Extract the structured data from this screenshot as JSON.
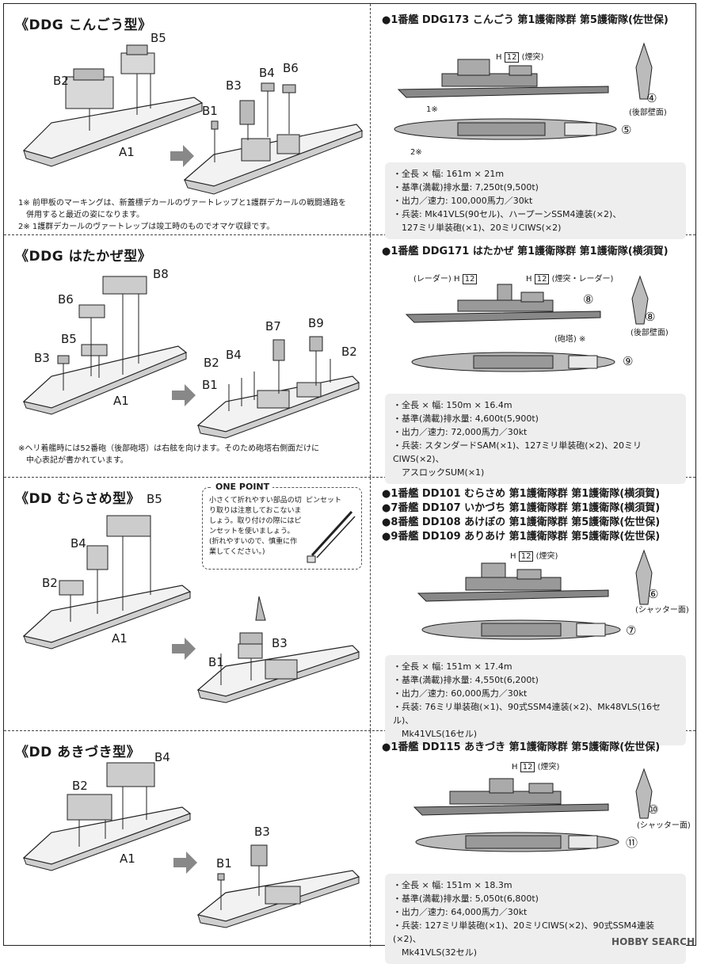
{
  "sections": [
    {
      "title": "《DDG こんごう型》",
      "parts": [
        "A1",
        "B1",
        "B2",
        "B3",
        "B4",
        "B5",
        "B6"
      ],
      "notes": "1※ 前甲板のマーキングは、新蓋標デカールのヴァートレップと1護群デカールの戦闘通路を\n　併用すると最近の姿になります。\n2※ 1護群デカールのヴァートレップは竣工時のものでオマケ収録です。",
      "ships": [
        "●1番艦 DDG173 こんごう 第1護衛隊群 第5護衛隊(佐世保)"
      ],
      "callouts": {
        "h": "H",
        "num": "12",
        "desc": "(煙突)",
        "star1": "1※",
        "star2": "2※",
        "rear": "(後部壁面)"
      },
      "circles": [
        "④",
        "⑤"
      ],
      "specs": [
        "・全長 × 幅: 161m × 21m",
        "・基準(満載)排水量: 7,250t(9,500t)",
        "・出力／速力: 100,000馬力／30kt",
        "・兵装: Mk41VLS(90セル)、ハープーンSSM4連装(×2)、\n　127ミリ単装砲(×1)、20ミリCIWS(×2)"
      ]
    },
    {
      "title": "《DDG はたかぜ型》",
      "parts": [
        "A1",
        "B1",
        "B2",
        "B3",
        "B4",
        "B5",
        "B6",
        "B7",
        "B8",
        "B9",
        "B2"
      ],
      "notes": "※ヘリ着艦時には52番砲（後部砲塔）は右舷を向けます。そのため砲塔右側面だけに\n　中心表記が書かれています。",
      "ships": [
        "●1番艦 DDG171 はたかぜ 第1護衛隊群 第1護衛隊(横須賀)"
      ],
      "callouts": {
        "radar": "(レーダー)",
        "h": "H",
        "num": "12",
        "desc": "(煙突・レーダー)",
        "turret": "(砲塔) ※",
        "rear": "(後部壁面)"
      },
      "circles": [
        "⑧",
        "⑧",
        "⑨"
      ],
      "specs": [
        "・全長 × 幅: 150m × 16.4m",
        "・基準(満載)排水量: 4,600t(5,900t)",
        "・出力／速力: 72,000馬力／30kt",
        "・兵装: スタンダードSAM(×1)、127ミリ単装砲(×2)、20ミリCIWS(×2)、\n　アスロックSUM(×1)"
      ]
    },
    {
      "title": "《DD むらさめ型》",
      "parts": [
        "A1",
        "B1",
        "B2",
        "B3",
        "B4",
        "B5"
      ],
      "onepoint": {
        "title": "ONE POINT",
        "body": "小さくて折れやすい部品の切り取りは注意しておこないましょう。取り付けの際にはピンセットを使いましょう。(折れやすいので、慎重に作業してください。)",
        "tool": "ピンセット"
      },
      "ships": [
        "●1番艦 DD101 むらさめ 第1護衛隊群 第1護衛隊(横須賀)",
        "●7番艦 DD107 いかづち 第1護衛隊群 第1護衛隊(横須賀)",
        "●8番艦 DD108 あけぼの 第1護衛隊群 第5護衛隊(佐世保)",
        "●9番艦 DD109 ありあけ 第1護衛隊群 第5護衛隊(佐世保)"
      ],
      "callouts": {
        "h": "H",
        "num": "12",
        "desc": "(煙突)",
        "rear": "(シャッター面)"
      },
      "circles": [
        "⑥",
        "⑦"
      ],
      "specs": [
        "・全長 × 幅: 151m × 17.4m",
        "・基準(満載)排水量: 4,550t(6,200t)",
        "・出力／速力: 60,000馬力／30kt",
        "・兵装: 76ミリ単装砲(×1)、90式SSM4連装(×2)、Mk48VLS(16セル)、\n　Mk41VLS(16セル)"
      ]
    },
    {
      "title": "《DD あきづき型》",
      "parts": [
        "A1",
        "B1",
        "B2",
        "B3",
        "B4"
      ],
      "ships": [
        "●1番艦 DD115 あきづき 第1護衛隊群 第5護衛隊(佐世保)"
      ],
      "callouts": {
        "h": "H",
        "num": "12",
        "desc": "(煙突)",
        "rear": "(シャッター面)"
      },
      "circles": [
        "⑩",
        "⑪"
      ],
      "specs": [
        "・全長 × 幅: 151m × 18.3m",
        "・基準(満載)排水量: 5,050t(6,800t)",
        "・出力／速力: 64,000馬力／30kt",
        "・兵装: 127ミリ単装砲(×1)、20ミリCIWS(×2)、90式SSM4連装(×2)、\n　Mk41VLS(32セル)"
      ]
    }
  ],
  "watermark": "HOBBY SEARCH"
}
